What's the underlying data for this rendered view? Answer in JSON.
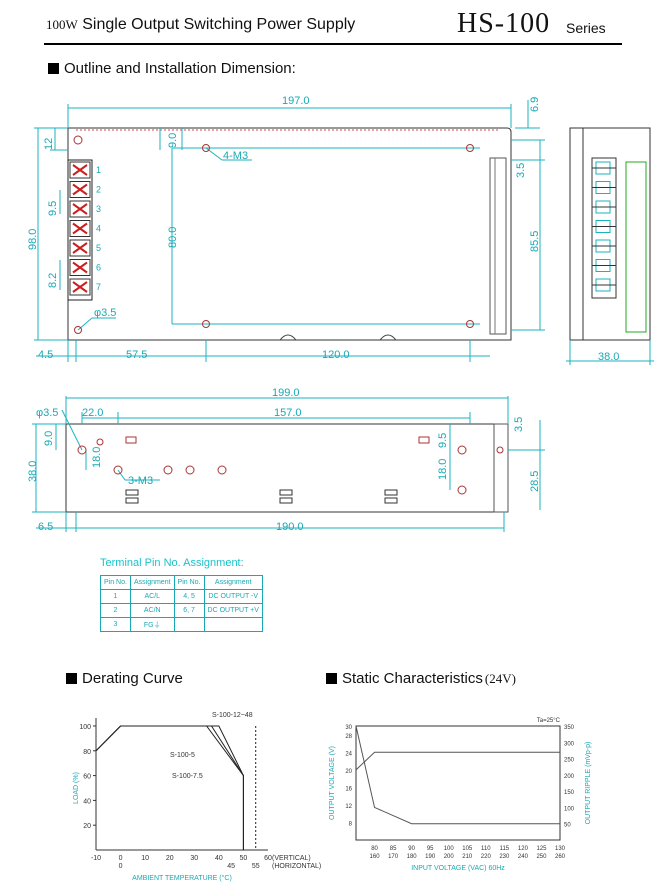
{
  "header": {
    "wattage": "100W",
    "title": "Single Output Switching Power Supply",
    "model": "HS-100",
    "series": "Series"
  },
  "outline": {
    "heading": "Outline and Installation Dimension:",
    "top_view": {
      "dim_width": "197.0",
      "dim_top_right": "6.9",
      "dim_left_12": "12",
      "dim_9_0": "9.0",
      "hole_label": "4-M3",
      "dim_9_5": "9.5",
      "dim_98": "98.0",
      "dim_80": "80.0",
      "dim_8_2": "8.2",
      "dim_3_5": "3.5",
      "dim_85_5": "85.5",
      "hole_dia": "φ3.5",
      "dim_4_5": "4.5",
      "dim_57_5": "57.5",
      "dim_120": "120.0",
      "terminal_numbers": [
        "1",
        "2",
        "3",
        "4",
        "5",
        "6",
        "7"
      ]
    },
    "side_view": {
      "dim_width": "38.0"
    },
    "bottom_view": {
      "dim_199": "199.0",
      "hole_dia": "φ3.5",
      "dim_22": "22.0",
      "dim_157": "157.0",
      "dim_3_5": "3.5",
      "dim_9_0": "9.0",
      "dim_18_left": "18.0",
      "dim_9_5": "9.5",
      "dim_38": "38.0",
      "hole_label": "3-M3",
      "dim_18_right": "18.0",
      "dim_28_5": "28.5",
      "dim_6_5": "6.5",
      "dim_190": "190.0"
    }
  },
  "pin_assignment": {
    "title": "Terminal Pin No. Assignment:",
    "headers": [
      "Pin No.",
      "Assignment",
      "Pin No.",
      "Assignment"
    ],
    "rows": [
      [
        "1",
        "AC/L",
        "4, 5",
        "DC OUTPUT -V"
      ],
      [
        "2",
        "AC/N",
        "6, 7",
        "DC OUTPUT +V"
      ],
      [
        "3",
        "FG⏚",
        "",
        ""
      ]
    ]
  },
  "derating": {
    "heading": "Derating Curve",
    "ylabel": "LOAD (%)",
    "xlabel": "AMBIENT TEMPERATURE (°C)",
    "x_ticks": [
      "-10",
      "0",
      "10",
      "20",
      "30",
      "40",
      "50",
      "60"
    ],
    "x_ticks2": [
      "0",
      "45",
      "55"
    ],
    "y_ticks": [
      "100",
      "80",
      "60",
      "40",
      "20"
    ],
    "vertical_label": "(VERTICAL)",
    "horizontal_label": "(HORIZONTAL)",
    "curve_labels": [
      "S-100-12~48",
      "S-100-5",
      "S-100-7.5"
    ]
  },
  "static": {
    "heading": "Static Characteristics",
    "subheading": "(24V)",
    "condition": "Ta=25°C",
    "ylabel_left": "OUTPUT VOLTAGE (V)",
    "ylabel_right": "OUTPUT RIPPLE (mVp-p)",
    "xlabel": "INPUT VOLTAGE (VAC) 60Hz",
    "y_left_ticks": [
      "30",
      "28",
      "24",
      "20",
      "16",
      "12",
      "8"
    ],
    "y_right_ticks": [
      "350",
      "300",
      "250",
      "200",
      "150",
      "100",
      "50"
    ],
    "x_ticks_top": [
      "80",
      "85",
      "90",
      "95",
      "100",
      "105",
      "110",
      "115",
      "120",
      "125",
      "130"
    ],
    "x_ticks_bottom": [
      "160",
      "170",
      "180",
      "190",
      "200",
      "210",
      "220",
      "230",
      "240",
      "250",
      "260"
    ]
  },
  "chart_data": [
    {
      "type": "line",
      "title": "Derating Curve",
      "xlabel": "AMBIENT TEMPERATURE (°C)",
      "ylabel": "LOAD (%)",
      "xlim": [
        -10,
        60
      ],
      "ylim": [
        0,
        100
      ],
      "series": [
        {
          "name": "S-100-12~48",
          "x": [
            -10,
            0,
            40,
            50,
            50
          ],
          "y": [
            80,
            100,
            100,
            60,
            0
          ]
        },
        {
          "name": "S-100-5",
          "x": [
            -10,
            0,
            35,
            50,
            50
          ],
          "y": [
            80,
            100,
            100,
            60,
            0
          ]
        },
        {
          "name": "S-100-7.5",
          "x": [
            -10,
            0,
            37,
            50,
            50
          ],
          "y": [
            80,
            100,
            100,
            60,
            0
          ]
        }
      ]
    },
    {
      "type": "line",
      "title": "Static Characteristics (24V)",
      "xlabel": "INPUT VOLTAGE (VAC) 60Hz",
      "ylabel": "OUTPUT VOLTAGE (V)",
      "y2label": "OUTPUT RIPPLE (mVp-p)",
      "series": [
        {
          "name": "OUTPUT VOLTAGE",
          "x": [
            75,
            80,
            130
          ],
          "y": [
            20,
            24,
            24
          ]
        },
        {
          "name": "OUTPUT RIPPLE",
          "x": [
            75,
            80,
            90,
            130
          ],
          "y": [
            350,
            100,
            50,
            50
          ]
        }
      ]
    }
  ],
  "colors": {
    "cyan": "#19b4c2",
    "red": "#cc2020",
    "pink": "#d44"
  }
}
